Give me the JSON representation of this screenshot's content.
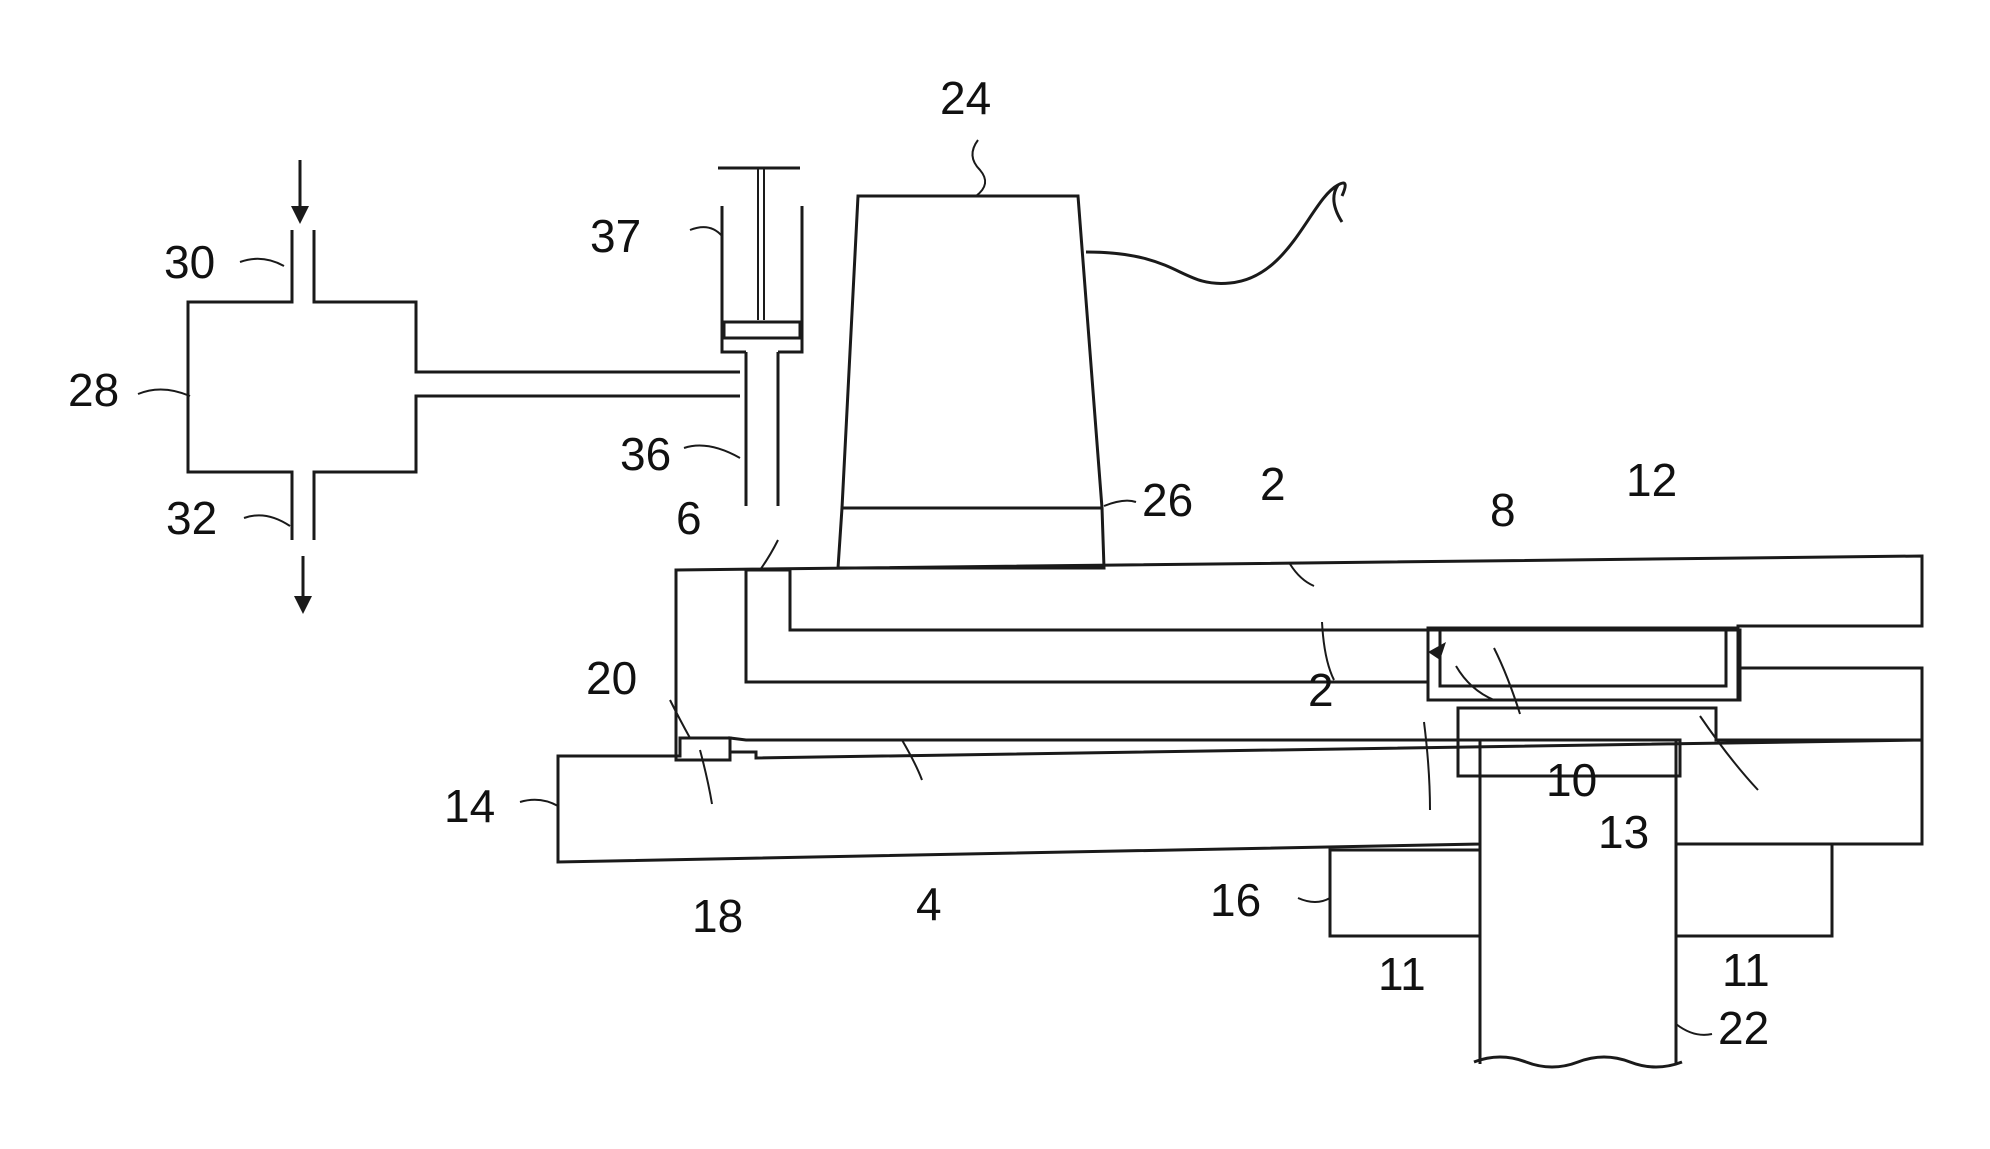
{
  "labels": {
    "l2a": "2",
    "l2b": "2",
    "l4": "4",
    "l6": "6",
    "l8": "8",
    "l10": "10",
    "l11a": "11",
    "l11b": "11",
    "l12": "12",
    "l13": "13",
    "l14": "14",
    "l16": "16",
    "l18": "18",
    "l20": "20",
    "l22": "22",
    "l24": "24",
    "l26": "26",
    "l28": "28",
    "l30": "30",
    "l32": "32",
    "l36": "36",
    "l37": "37"
  },
  "colors": {
    "ink": "#1a1a1a",
    "background": "#ffffff"
  }
}
